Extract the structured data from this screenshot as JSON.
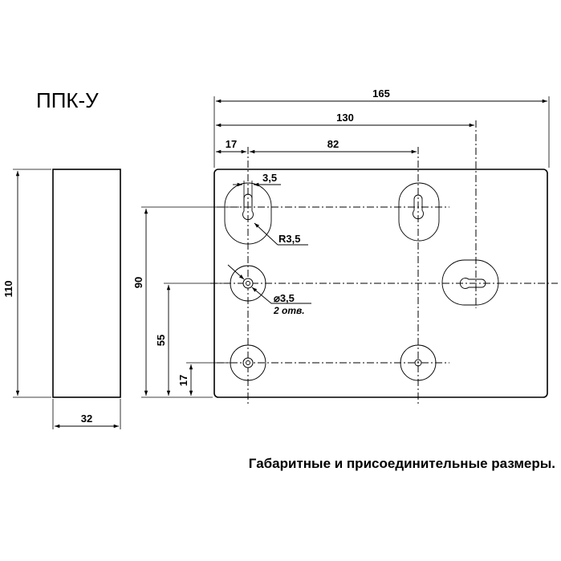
{
  "title": "ППК-У",
  "caption": "Габаритные и присоединительные размеры.",
  "dimensions": {
    "overall_width": "165",
    "mount_span": "130",
    "left_offset": "17",
    "hole_spacing": "82",
    "slot_width": "3,5",
    "slot_radius": "R3,5",
    "hole_diameter": "⌀3,5",
    "hole_count": "2 отв.",
    "height": "110",
    "depth": "32",
    "upper_hole_height": "90",
    "middle_hole_height": "55",
    "lower_hole_height": "17"
  }
}
